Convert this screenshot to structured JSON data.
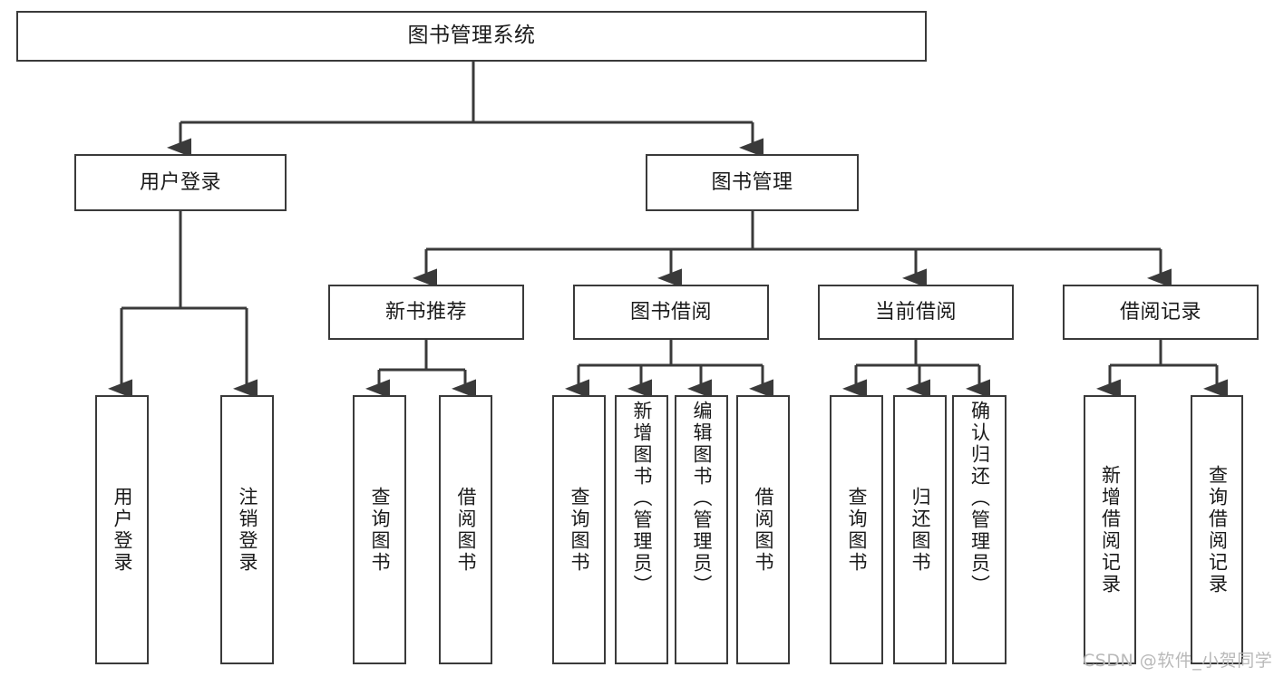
{
  "diagram": {
    "title": "图书管理系统",
    "type": "tree",
    "orientation": "top-down",
    "stroke_color": "#3a3a3a",
    "fill_color": "#ffffff",
    "text_color": "#1a1a1a"
  },
  "nodes": {
    "root": {
      "label": "图书管理系统",
      "level": 0
    },
    "level2": [
      {
        "id": "user-login",
        "label": "用户登录"
      },
      {
        "id": "book-manage",
        "label": "图书管理"
      }
    ],
    "level3": [
      {
        "id": "new-book-recommend",
        "label": "新书推荐",
        "parent": "book-manage"
      },
      {
        "id": "book-borrow",
        "label": "图书借阅",
        "parent": "book-manage"
      },
      {
        "id": "current-borrow",
        "label": "当前借阅",
        "parent": "book-manage"
      },
      {
        "id": "borrow-record",
        "label": "借阅记录",
        "parent": "book-manage"
      }
    ],
    "leaves": [
      {
        "id": "leaf-user-login",
        "label": "用户登录",
        "parent": "user-login"
      },
      {
        "id": "leaf-logout-login",
        "label": "注销登录",
        "parent": "user-login"
      },
      {
        "id": "leaf-query-book-1",
        "label": "查询图书",
        "parent": "new-book-recommend"
      },
      {
        "id": "leaf-borrow-book-1",
        "label": "借阅图书",
        "parent": "new-book-recommend"
      },
      {
        "id": "leaf-query-book-2",
        "label": "查询图书",
        "parent": "book-borrow"
      },
      {
        "id": "leaf-add-book",
        "label": "新增图书（管理员）",
        "parent": "book-borrow"
      },
      {
        "id": "leaf-edit-book",
        "label": "编辑图书（管理员）",
        "parent": "book-borrow"
      },
      {
        "id": "leaf-borrow-book-2",
        "label": "借阅图书",
        "parent": "book-borrow"
      },
      {
        "id": "leaf-query-book-3",
        "label": "查询图书",
        "parent": "current-borrow"
      },
      {
        "id": "leaf-return-book",
        "label": "归还图书",
        "parent": "current-borrow"
      },
      {
        "id": "leaf-confirm-return",
        "label": "确认归还（管理员）",
        "parent": "current-borrow"
      },
      {
        "id": "leaf-add-record",
        "label": "新增借阅记录",
        "parent": "borrow-record"
      },
      {
        "id": "leaf-query-record",
        "label": "查询借阅记录",
        "parent": "borrow-record"
      }
    ]
  },
  "watermark": {
    "text": "CSDN @软件_小贺同学"
  }
}
